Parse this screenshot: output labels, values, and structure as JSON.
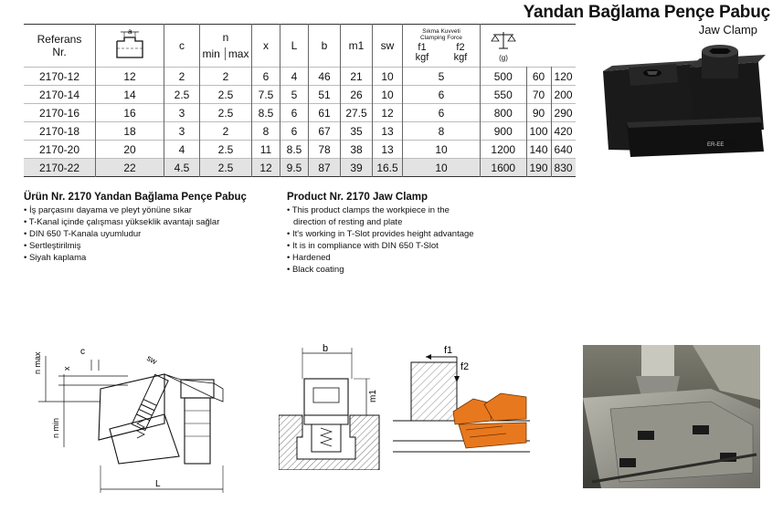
{
  "header": {
    "title": "Yandan Bağlama Pençe Pabuç",
    "subtitle": "Jaw Clamp"
  },
  "table": {
    "headers": {
      "ref_line1": "Referans",
      "ref_line2": "Nr.",
      "a_label": "a",
      "c": "c",
      "n": "n",
      "n_min": "min",
      "n_max": "max",
      "x": "x",
      "L": "L",
      "b": "b",
      "m1": "m1",
      "sw": "sw",
      "force_tr": "Sıkma Kuvveti",
      "force_en": "Clamping Force",
      "f1": "f1",
      "f2": "f2",
      "kgf1": "kgf",
      "kgf2": "kgf",
      "weight_unit": "(g)"
    },
    "rows": [
      {
        "ref": "2170-12",
        "a": "12",
        "c": "2",
        "nmin": "2",
        "nmax": "6",
        "x": "4",
        "L": "46",
        "b": "21",
        "m1": "10",
        "sw": "5",
        "f1": "500",
        "f2": "60",
        "g": "120"
      },
      {
        "ref": "2170-14",
        "a": "14",
        "c": "2.5",
        "nmin": "2.5",
        "nmax": "7.5",
        "x": "5",
        "L": "51",
        "b": "26",
        "m1": "10",
        "sw": "6",
        "f1": "550",
        "f2": "70",
        "g": "200"
      },
      {
        "ref": "2170-16",
        "a": "16",
        "c": "3",
        "nmin": "2.5",
        "nmax": "8.5",
        "x": "6",
        "L": "61",
        "b": "27.5",
        "m1": "12",
        "sw": "6",
        "f1": "800",
        "f2": "90",
        "g": "290"
      },
      {
        "ref": "2170-18",
        "a": "18",
        "c": "3",
        "nmin": "2",
        "nmax": "8",
        "x": "6",
        "L": "67",
        "b": "35",
        "m1": "13",
        "sw": "8",
        "f1": "900",
        "f2": "100",
        "g": "420"
      },
      {
        "ref": "2170-20",
        "a": "20",
        "c": "4",
        "nmin": "2.5",
        "nmax": "11",
        "x": "8.5",
        "L": "78",
        "b": "38",
        "m1": "13",
        "sw": "10",
        "f1": "1200",
        "f2": "140",
        "g": "640"
      },
      {
        "ref": "2170-22",
        "a": "22",
        "c": "4.5",
        "nmin": "2.5",
        "nmax": "12",
        "x": "9.5",
        "L": "87",
        "b": "39",
        "m1": "16.5",
        "sw": "10",
        "f1": "1600",
        "f2": "190",
        "g": "830"
      }
    ]
  },
  "desc_tr": {
    "title": "Ürün Nr. 2170 Yandan Bağlama Pençe Pabuç",
    "items": [
      "İş parçasını dayama ve pleyt yönüne sıkar",
      "T-Kanal içinde çalışması yükseklik avantajı sağlar",
      "DIN 650 T-Kanala uyumludur",
      "Sertleştirilmiş",
      "Siyah kaplama"
    ]
  },
  "desc_en": {
    "title": "Product Nr. 2170 Jaw Clamp",
    "item1_line1": "This product clamps the workpiece in the",
    "item1_line2": "direction of resting and plate",
    "items": [
      "It's working in T-Slot provides height advantage",
      "It is in compliance with DIN 650 T-Slot",
      "Hardened",
      "Black coating"
    ]
  },
  "product_label": "ER-EE",
  "drawing_labels": {
    "n_max": "n max",
    "n_min": "n min",
    "c": "c",
    "x": "x",
    "sw": "sw",
    "L": "L",
    "b": "b",
    "m1": "m1",
    "f1": "f1",
    "f2": "f2"
  },
  "colors": {
    "accent_orange": "#e8781e",
    "product_black": "#141414",
    "row_highlight": "#e3e3e3"
  }
}
